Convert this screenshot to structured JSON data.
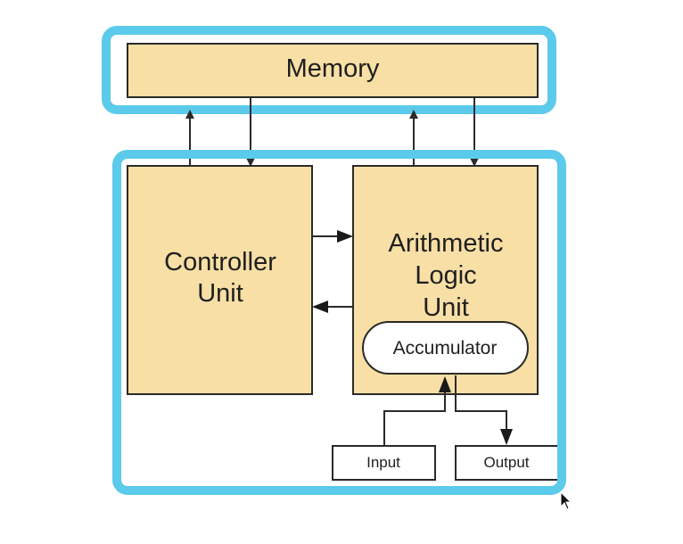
{
  "diagram": {
    "memory": {
      "label": "Memory"
    },
    "controller": {
      "line1": "Controller",
      "line2": "Unit"
    },
    "alu": {
      "line1": "Arithmetic",
      "line2": "Logic",
      "line3": "Unit"
    },
    "accumulator": {
      "label": "Accumulator"
    },
    "input": {
      "label": "Input"
    },
    "output": {
      "label": "Output"
    }
  },
  "colors": {
    "box_fill": "#f7dfa5",
    "highlight": "#5ccaea",
    "stroke": "#2a2a2a"
  }
}
